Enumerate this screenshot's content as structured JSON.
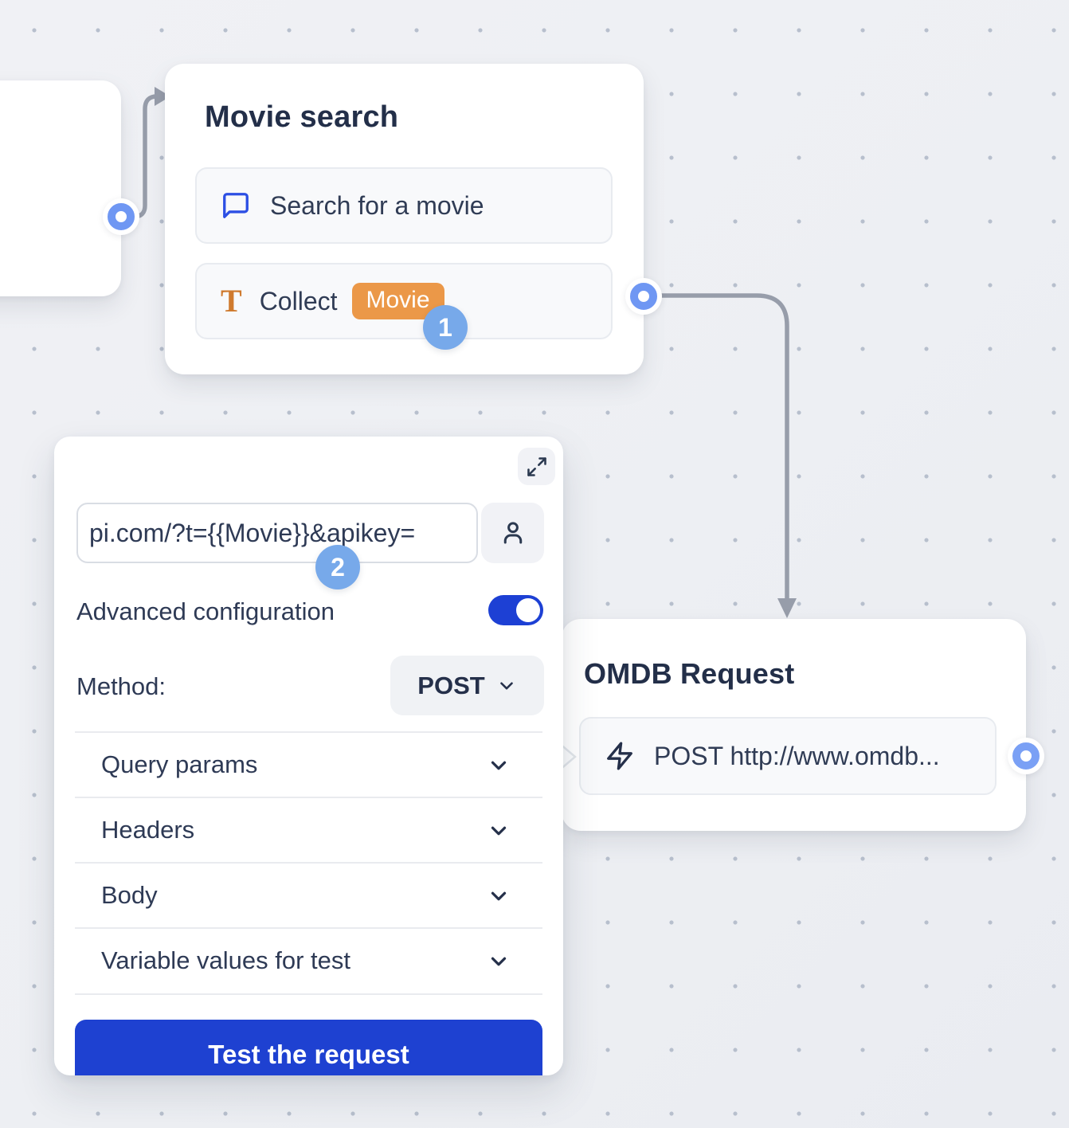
{
  "colors": {
    "accent_blue": "#1d40d4",
    "badge_blue": "#77a9ea",
    "variable_orange": "#eb9848",
    "port_ring_blue": "#6f97f3",
    "connector_gray": "#979daa",
    "canvas_background": "#edeff3"
  },
  "nodes": {
    "movie_search": {
      "title": "Movie search",
      "items": [
        {
          "icon": "chat-bubble-icon",
          "label": "Search for a movie"
        },
        {
          "icon": "text-field-icon",
          "label": "Collect",
          "variable_badge": "Movie"
        }
      ],
      "step_badge": "1"
    },
    "omdb_request": {
      "title": "OMDB Request",
      "items": [
        {
          "icon": "lightning-icon",
          "label": "POST http://www.omdb..."
        }
      ]
    }
  },
  "request_editor": {
    "step_badge": "2",
    "url_input": {
      "value": "pi.com/?t={{Movie}}&apikey="
    },
    "advanced_configuration_label": "Advanced configuration",
    "advanced_toggle_on": true,
    "method_label": "Method:",
    "method_value": "POST",
    "sections": [
      {
        "label": "Query params"
      },
      {
        "label": "Headers"
      },
      {
        "label": "Body"
      },
      {
        "label": "Variable values for test"
      }
    ],
    "test_button_label": "Test the request"
  }
}
